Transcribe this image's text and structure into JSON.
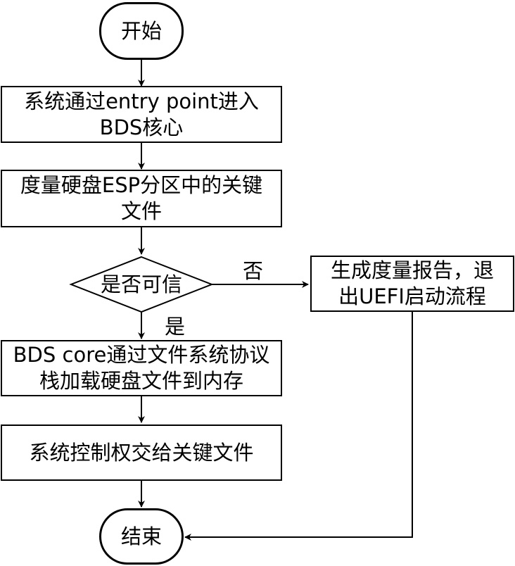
{
  "nodes": {
    "start": "开始",
    "step1": {
      "line1": "系统通过entry point进入",
      "line2": "BDS核心"
    },
    "step2": {
      "line1": "度量硬盘ESP分区中的关键",
      "line2": "文件"
    },
    "decision": "是否可信",
    "fail": {
      "line1": "生成度量报告，退",
      "line2": "出UEFI启动流程"
    },
    "step3": {
      "line1": "BDS core通过文件系统协议",
      "line2": "栈加载硬盘文件到内存"
    },
    "step4": "系统控制权交给关键文件",
    "end": "结束"
  },
  "edge_labels": {
    "no": "否",
    "yes": "是"
  }
}
